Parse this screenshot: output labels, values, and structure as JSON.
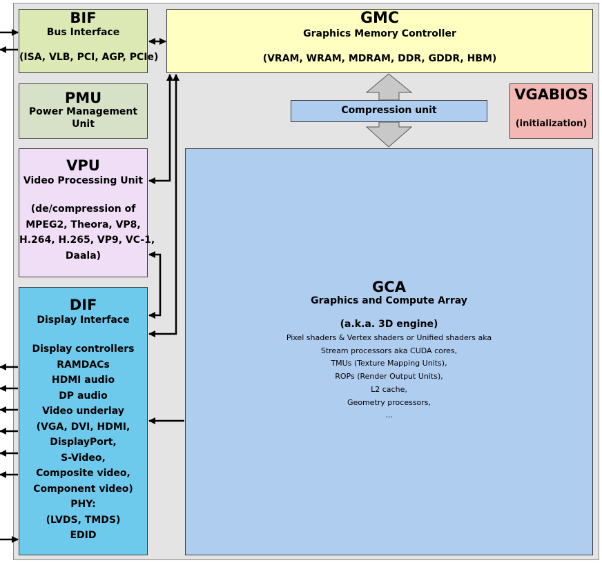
{
  "bif": {
    "title": "BIF",
    "subtitle": "Bus Interface",
    "detail": "(ISA, VLB, PCI, AGP, PCIe)"
  },
  "gmc": {
    "title": "GMC",
    "subtitle": "Graphics Memory Controller",
    "detail": "(VRAM, WRAM, MDRAM, DDR, GDDR, HBM)"
  },
  "pmu": {
    "title": "PMU",
    "lines": [
      "Power Management",
      "Unit"
    ]
  },
  "vgabios": {
    "title": "VGABIOS",
    "detail": "(initialization)"
  },
  "compression": {
    "label": "Compression unit"
  },
  "vpu": {
    "title": "VPU",
    "subtitle": "Video Processing Unit",
    "lines": [
      "(de/compression of",
      "MPEG2, Theora, VP8,",
      "H.264, H.265, VP9, VC-1,",
      "Daala)"
    ]
  },
  "dif": {
    "title": "DIF",
    "subtitle": "Display Interface",
    "lines": [
      "Display controllers",
      "RAMDACs",
      "HDMI audio",
      "DP audio",
      "Video underlay",
      "(VGA, DVI, HDMI,",
      "DisplayPort,",
      "S-Video,",
      "Composite video,",
      "Component video)",
      "PHY:",
      "(LVDS, TMDS)",
      "EDID"
    ]
  },
  "gca": {
    "title": "GCA",
    "subtitle": "Graphics and Compute Array",
    "subtitle2": "(a.k.a. 3D engine)",
    "lines": [
      "Pixel shaders & Vertex shaders or Unified shaders aka",
      "Stream processors aka CUDA cores,",
      "TMUs (Texture Mapping Units),",
      "ROPs (Render Output Units),",
      "L2 cache,",
      "Geometry processors,",
      "..."
    ]
  },
  "colors": {
    "bif": "#dde9b5",
    "gmc": "#ffffc2",
    "pmu": "#d6e1c8",
    "vgabios": "#f4b8b4",
    "vpu": "#efdef5",
    "dif": "#6dcaed",
    "gca": "#afcdef",
    "compression": "#afcdef",
    "big_arrow": "#c8c8c8"
  }
}
